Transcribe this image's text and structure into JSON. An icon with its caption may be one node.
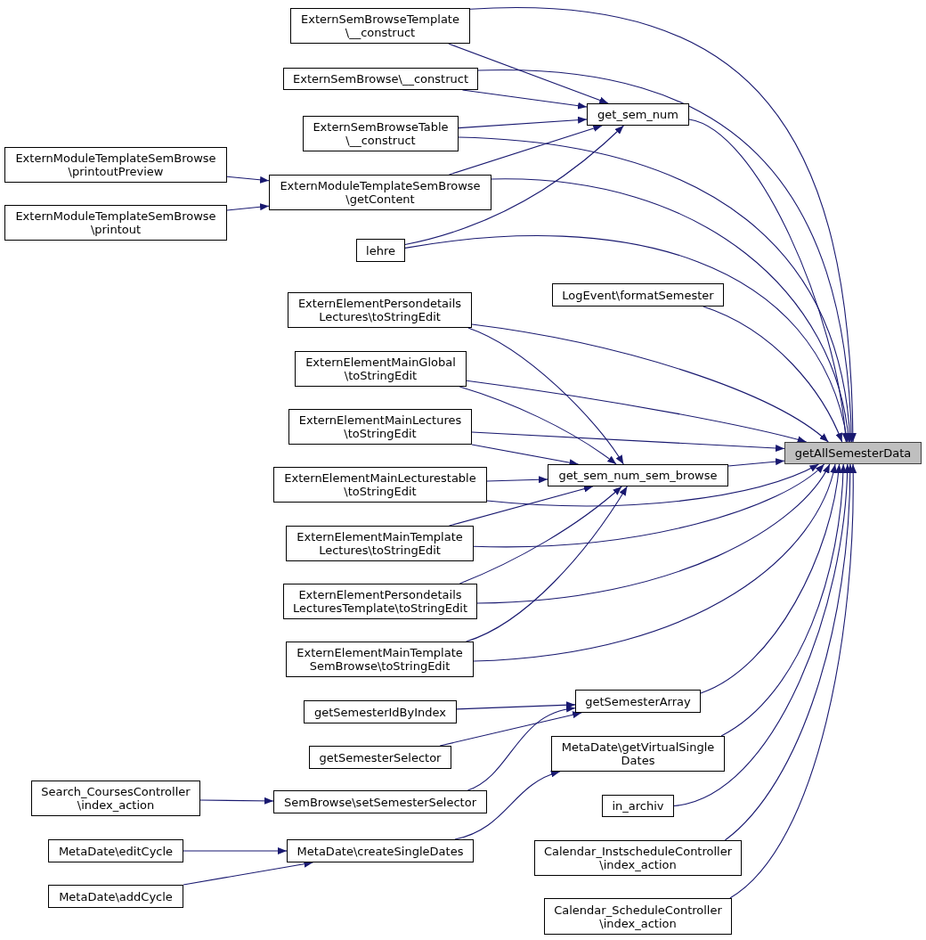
{
  "diagram": {
    "nodes": [
      {
        "text": [
          "ExternSemBrowseTemplate \\__construct"
        ]
      },
      {
        "text": [
          "ExternSemBrowse\\__construct"
        ]
      },
      {
        "text": [
          "get_sem_num"
        ]
      },
      {
        "text": [
          "ExternSemBrowseTable \\__construct"
        ]
      },
      {
        "text": [
          "ExternModuleTemplateSemBrowse \\printoutPreview"
        ]
      },
      {
        "text": [
          "ExternModuleTemplateSemBrowse \\getContent"
        ]
      },
      {
        "text": [
          "ExternModuleTemplateSemBrowse \\printout"
        ]
      },
      {
        "text": [
          "lehre"
        ]
      },
      {
        "text": [
          "LogEvent\\formatSemester"
        ]
      },
      {
        "text": [
          "ExternElementPersondetails Lectures\\toStringEdit"
        ]
      },
      {
        "text": [
          "ExternElementMainGlobal \\toStringEdit"
        ]
      },
      {
        "text": [
          "ExternElementMainLectures \\toStringEdit"
        ]
      },
      {
        "text": [
          "getAllSemesterData"
        ]
      },
      {
        "text": [
          "get_sem_num_sem_browse"
        ]
      },
      {
        "text": [
          "ExternElementMainLecturestable \\toStringEdit"
        ]
      },
      {
        "text": [
          "ExternElementMainTemplate Lectures\\toStringEdit"
        ]
      },
      {
        "text": [
          "ExternElementPersondetails LecturesTemplate\\toStringEdit"
        ]
      },
      {
        "text": [
          "ExternElementMainTemplate SemBrowse\\toStringEdit"
        ]
      },
      {
        "text": [
          "getSemesterArray"
        ]
      },
      {
        "text": [
          "getSemesterIdByIndex"
        ]
      },
      {
        "text": [
          "MetaDate\\getVirtualSingle Dates"
        ]
      },
      {
        "text": [
          "getSemesterSelector"
        ]
      },
      {
        "text": [
          "Search_CoursesController \\index_action"
        ]
      },
      {
        "text": [
          "SemBrowse\\setSemesterSelector"
        ]
      },
      {
        "text": [
          "in_archiv"
        ]
      },
      {
        "text": [
          "MetaDate\\editCycle"
        ]
      },
      {
        "text": [
          "MetaDate\\createSingleDates"
        ]
      },
      {
        "text": [
          "Calendar_InstscheduleController \\index_action"
        ]
      },
      {
        "text": [
          "MetaDate\\addCycle"
        ]
      },
      {
        "text": [
          "Calendar_ScheduleController \\index_action"
        ]
      }
    ],
    "edges": [
      {
        "from": 0,
        "to": 2,
        "arrow": "to"
      },
      {
        "from": 0,
        "to": 12,
        "arrow": "to"
      },
      {
        "from": 1,
        "to": 2,
        "arrow": "to"
      },
      {
        "from": 1,
        "to": 12,
        "arrow": "to"
      },
      {
        "from": 3,
        "to": 2,
        "arrow": "to"
      },
      {
        "from": 3,
        "to": 12,
        "arrow": "to"
      },
      {
        "from": 5,
        "to": 2,
        "arrow": "to"
      },
      {
        "from": 5,
        "to": 12,
        "arrow": "to"
      },
      {
        "from": 4,
        "to": 5,
        "arrow": "to"
      },
      {
        "from": 6,
        "to": 5,
        "arrow": "to"
      },
      {
        "from": 7,
        "to": 2,
        "arrow": "to"
      },
      {
        "from": 7,
        "to": 12,
        "arrow": "to"
      },
      {
        "from": 2,
        "to": 12,
        "arrow": "to"
      },
      {
        "from": 8,
        "to": 12,
        "arrow": "to"
      },
      {
        "from": 9,
        "to": 12,
        "arrow": "to"
      },
      {
        "from": 9,
        "to": 13,
        "arrow": "to"
      },
      {
        "from": 10,
        "to": 12,
        "arrow": "to"
      },
      {
        "from": 10,
        "to": 13,
        "arrow": "to"
      },
      {
        "from": 11,
        "to": 12,
        "arrow": "to"
      },
      {
        "from": 11,
        "to": 13,
        "arrow": "to"
      },
      {
        "from": 13,
        "to": 12,
        "arrow": "to"
      },
      {
        "from": 14,
        "to": 13,
        "arrow": "to"
      },
      {
        "from": 14,
        "to": 12,
        "arrow": "to"
      },
      {
        "from": 15,
        "to": 13,
        "arrow": "to"
      },
      {
        "from": 15,
        "to": 12,
        "arrow": "to"
      },
      {
        "from": 16,
        "to": 13,
        "arrow": "to"
      },
      {
        "from": 16,
        "to": 12,
        "arrow": "to"
      },
      {
        "from": 17,
        "to": 13,
        "arrow": "to"
      },
      {
        "from": 17,
        "to": 12,
        "arrow": "to"
      },
      {
        "from": 18,
        "to": 12,
        "arrow": "to"
      },
      {
        "from": 19,
        "to": 18,
        "arrow": "to"
      },
      {
        "from": 21,
        "to": 18,
        "arrow": "to"
      },
      {
        "from": 23,
        "to": 18,
        "arrow": "to"
      },
      {
        "from": 22,
        "to": 23,
        "arrow": "to"
      },
      {
        "from": 20,
        "to": 12,
        "arrow": "to"
      },
      {
        "from": 26,
        "to": 20,
        "arrow": "to"
      },
      {
        "from": 25,
        "to": 26,
        "arrow": "to"
      },
      {
        "from": 28,
        "to": 26,
        "arrow": "to"
      },
      {
        "from": 24,
        "to": 12,
        "arrow": "to"
      },
      {
        "from": 27,
        "to": 12,
        "arrow": "to"
      },
      {
        "from": 29,
        "to": 12,
        "arrow": "to"
      }
    ]
  }
}
